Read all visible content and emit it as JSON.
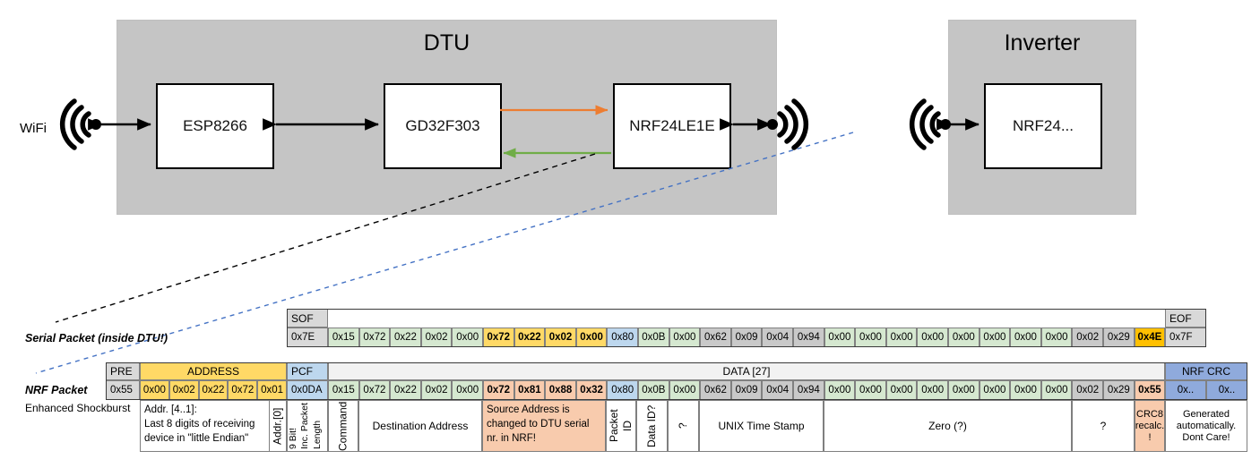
{
  "diagram": {
    "title_hidden": "",
    "enclosures": [
      {
        "name": "dtu",
        "label": "DTU"
      },
      {
        "name": "inverter",
        "label": "Inverter"
      }
    ],
    "chips": [
      {
        "name": "esp8266",
        "label": "ESP8266"
      },
      {
        "name": "gd32f303",
        "label": "GD32F303"
      },
      {
        "name": "nrf24le1e",
        "label": "NRF24LE1E"
      },
      {
        "name": "nrf24",
        "label": "NRF24..."
      }
    ],
    "wifi_label": "WiFi",
    "arrow_colors": {
      "tx_to_nrf": "#ed7d31",
      "rx_from_nrf": "#70ad47",
      "black": "#000000",
      "serial_leader": "#000000",
      "nrf_leader": "#4472c4"
    }
  },
  "labels": {
    "serial_packet": "Serial Packet (inside DTU!)",
    "nrf_packet": "NRF Packet",
    "enhanced_shockburst": "Enhanced Shockburst"
  },
  "colors": {
    "green": "#d5e8d0",
    "yellow": "#ffd966",
    "blue": "#bdd7ee",
    "gray": "#c9c9c9",
    "gray_light": "#d9d9d9",
    "orange": "#ffc000",
    "salmon": "#f8cbad",
    "blue_dark": "#8faadc",
    "white": "#ffffff",
    "header_gray": "#f2f2f2"
  },
  "serial_packet": {
    "sof_header": "SOF",
    "eof_header": "EOF",
    "sof_value": "0x7E",
    "eof_value": "0x7F",
    "cells": [
      {
        "v": "0x15",
        "c": "green"
      },
      {
        "v": "0x72",
        "c": "green"
      },
      {
        "v": "0x22",
        "c": "green"
      },
      {
        "v": "0x02",
        "c": "green"
      },
      {
        "v": "0x00",
        "c": "green"
      },
      {
        "v": "0x72",
        "c": "yellow",
        "b": true
      },
      {
        "v": "0x22",
        "c": "yellow",
        "b": true
      },
      {
        "v": "0x02",
        "c": "yellow",
        "b": true
      },
      {
        "v": "0x00",
        "c": "yellow",
        "b": true
      },
      {
        "v": "0x80",
        "c": "blue"
      },
      {
        "v": "0x0B",
        "c": "green"
      },
      {
        "v": "0x00",
        "c": "green"
      },
      {
        "v": "0x62",
        "c": "gray"
      },
      {
        "v": "0x09",
        "c": "gray"
      },
      {
        "v": "0x04",
        "c": "gray"
      },
      {
        "v": "0x94",
        "c": "gray"
      },
      {
        "v": "0x00",
        "c": "green"
      },
      {
        "v": "0x00",
        "c": "green"
      },
      {
        "v": "0x00",
        "c": "green"
      },
      {
        "v": "0x00",
        "c": "green"
      },
      {
        "v": "0x00",
        "c": "green"
      },
      {
        "v": "0x00",
        "c": "green"
      },
      {
        "v": "0x00",
        "c": "green"
      },
      {
        "v": "0x00",
        "c": "green"
      },
      {
        "v": "0x02",
        "c": "gray"
      },
      {
        "v": "0x29",
        "c": "gray"
      },
      {
        "v": "0x4E",
        "c": "orange",
        "b": true
      }
    ]
  },
  "nrf_packet": {
    "headers": [
      {
        "label": "PRE",
        "c": "gray_light"
      },
      {
        "label": "ADDRESS",
        "c": "yellow"
      },
      {
        "label": "PCF",
        "c": "blue"
      },
      {
        "label": "DATA [27]",
        "c": "header_gray"
      },
      {
        "label": "NRF CRC",
        "c": "blue_dark"
      }
    ],
    "pre": {
      "v": "0x55",
      "c": "gray_light"
    },
    "address": [
      {
        "v": "0x00",
        "c": "yellow"
      },
      {
        "v": "0x02",
        "c": "yellow"
      },
      {
        "v": "0x22",
        "c": "yellow"
      },
      {
        "v": "0x72",
        "c": "yellow"
      },
      {
        "v": "0x01",
        "c": "yellow"
      }
    ],
    "pcf": {
      "v": "0x0DA",
      "c": "blue"
    },
    "data": [
      {
        "v": "0x15",
        "c": "green"
      },
      {
        "v": "0x72",
        "c": "green"
      },
      {
        "v": "0x22",
        "c": "green"
      },
      {
        "v": "0x02",
        "c": "green"
      },
      {
        "v": "0x00",
        "c": "green"
      },
      {
        "v": "0x72",
        "c": "salmon",
        "b": true
      },
      {
        "v": "0x81",
        "c": "salmon",
        "b": true
      },
      {
        "v": "0x88",
        "c": "salmon",
        "b": true
      },
      {
        "v": "0x32",
        "c": "salmon",
        "b": true
      },
      {
        "v": "0x80",
        "c": "blue"
      },
      {
        "v": "0x0B",
        "c": "green"
      },
      {
        "v": "0x00",
        "c": "green"
      },
      {
        "v": "0x62",
        "c": "gray"
      },
      {
        "v": "0x09",
        "c": "gray"
      },
      {
        "v": "0x04",
        "c": "gray"
      },
      {
        "v": "0x94",
        "c": "gray"
      },
      {
        "v": "0x00",
        "c": "green"
      },
      {
        "v": "0x00",
        "c": "green"
      },
      {
        "v": "0x00",
        "c": "green"
      },
      {
        "v": "0x00",
        "c": "green"
      },
      {
        "v": "0x00",
        "c": "green"
      },
      {
        "v": "0x00",
        "c": "green"
      },
      {
        "v": "0x00",
        "c": "green"
      },
      {
        "v": "0x00",
        "c": "green"
      },
      {
        "v": "0x02",
        "c": "gray"
      },
      {
        "v": "0x29",
        "c": "gray"
      },
      {
        "v": "0x55",
        "c": "salmon",
        "b": true
      }
    ],
    "crc": [
      {
        "v": "0x..",
        "c": "blue_dark"
      },
      {
        "v": "0x..",
        "c": "blue_dark"
      }
    ]
  },
  "annotations": {
    "address_note": "Addr. [4..1]:\nLast 8 digits of receiving device in \"little Endian\"",
    "addr0": "Addr.[0]",
    "pcf_note_line1": "9 Bit!",
    "pcf_note_line2": "Inc. Packet",
    "pcf_note_line3": "Length",
    "command": "Command",
    "destination_address": "Destination Address",
    "source_address_note": "Source Address is changed to DTU serial nr. in NRF!",
    "packet_id": "Packet ID",
    "data_id": "Data ID?",
    "question_vert": "?",
    "unix_time_stamp": "UNIX Time Stamp",
    "zero": "Zero (?)",
    "question": "?",
    "crc8": "CRC8 recalc. !",
    "crc_generated": "Generated automatically. Dont Care!"
  }
}
